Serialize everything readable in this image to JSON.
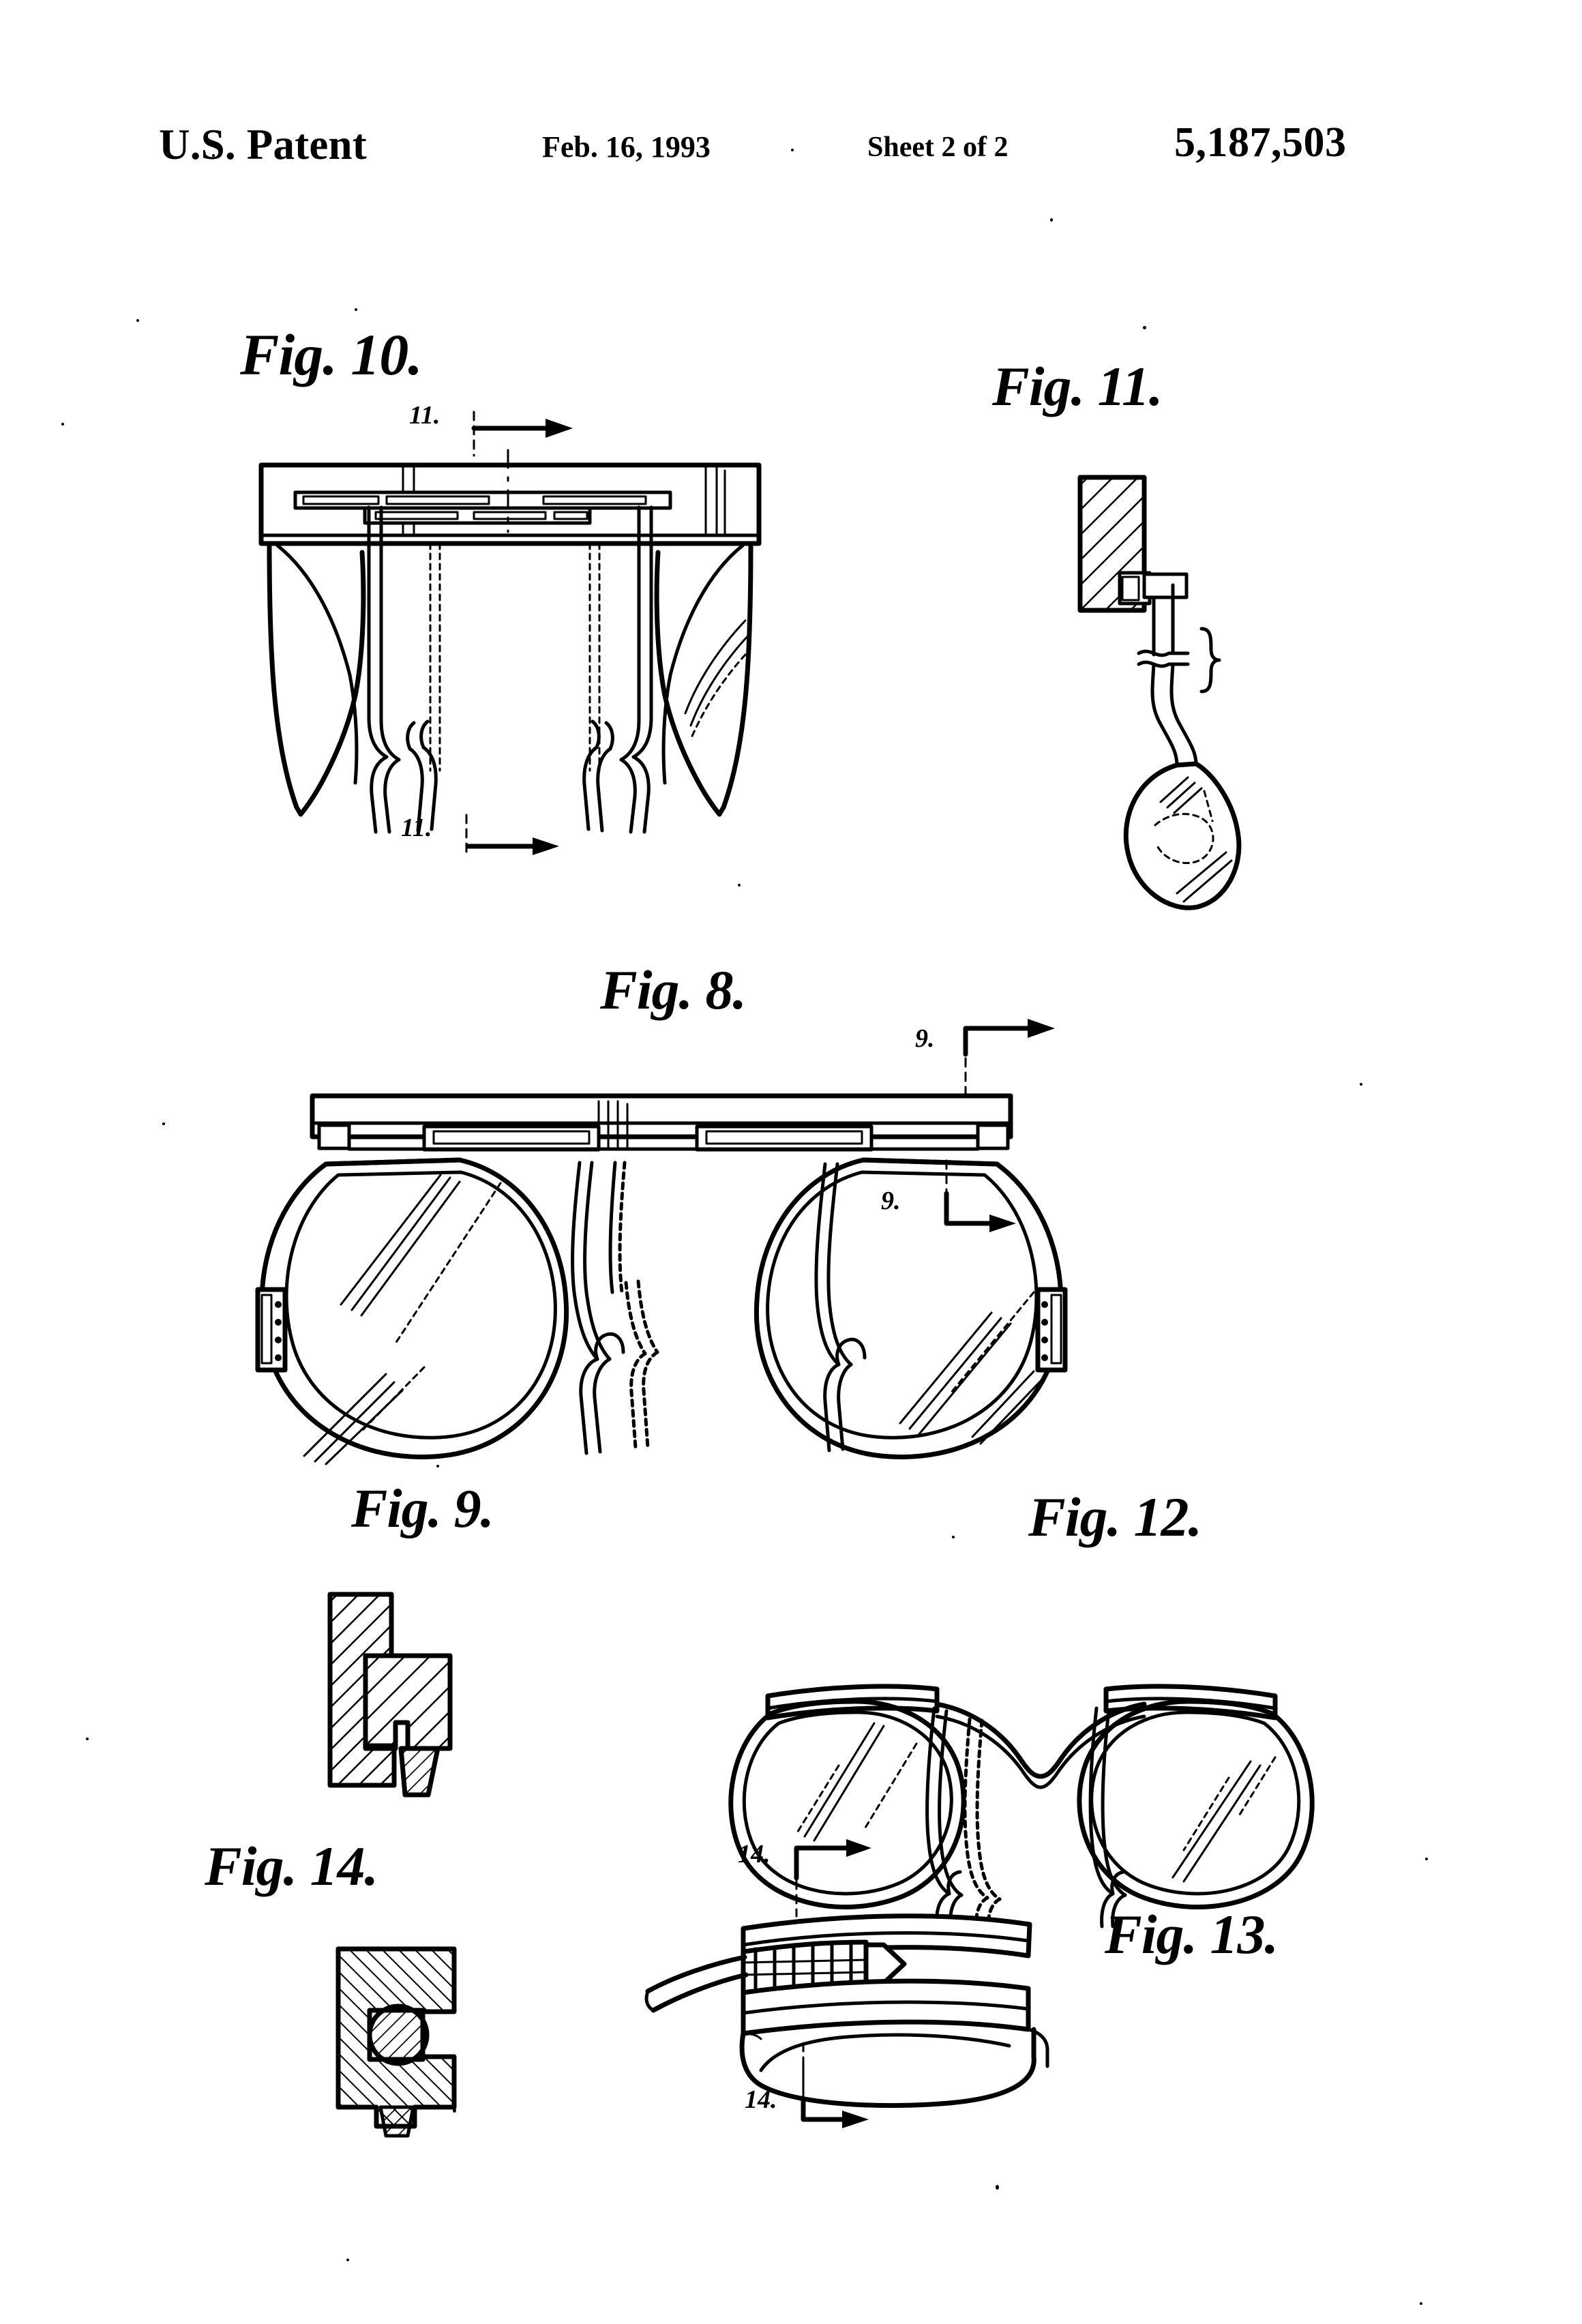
{
  "document": {
    "type": "patent-drawing-sheet",
    "header": {
      "title": "U.S. Patent",
      "date": "Feb. 16, 1993",
      "sheet": "Sheet 2 of 2",
      "patent_number": "5,187,503"
    },
    "ink_color": "#000000",
    "paper_color": "#ffffff"
  },
  "figures": [
    {
      "id": "fig10",
      "label": "Fig. 10.",
      "caption_position": "top-left",
      "description": "Top plan view of eyeglass frame with straight brow bar and lens rims",
      "section_markers": [
        {
          "label": "11.",
          "position": "top",
          "arrow": "right"
        },
        {
          "label": "11.",
          "position": "bottom",
          "arrow": "right"
        }
      ]
    },
    {
      "id": "fig11",
      "label": "Fig. 11.",
      "caption_position": "top",
      "description": "Sectional view taken along line 11-11 showing hatched bar end, pin and nose pad"
    },
    {
      "id": "fig8",
      "label": "Fig. 8.",
      "caption_position": "top-center",
      "description": "Front elevation view of eyeglasses with straight top bar and two lenses",
      "section_markers": [
        {
          "label": "9.",
          "position": "top-right",
          "arrow": "right"
        },
        {
          "label": "9.",
          "position": "right",
          "arrow": "right"
        }
      ]
    },
    {
      "id": "fig9",
      "label": "Fig. 9.",
      "caption_position": "top",
      "description": "Enlarged sectional detail taken along line 9-9 showing rim channel and lens edge"
    },
    {
      "id": "fig12",
      "label": "Fig. 12.",
      "caption_position": "top-right",
      "description": "Front elevation view of alternate eyeglasses with curved bridge and round lenses"
    },
    {
      "id": "fig14",
      "label": "Fig. 14.",
      "caption_position": "top-left",
      "description": "Enlarged sectional detail taken along line 14-14 showing temple socket with screw"
    },
    {
      "id": "fig13",
      "label": "Fig. 13.",
      "caption_position": "right",
      "description": "Perspective detail of temple end piece with threaded set screw",
      "section_markers": [
        {
          "label": "14.",
          "position": "top",
          "arrow": "right"
        },
        {
          "label": "14.",
          "position": "bottom",
          "arrow": "right"
        }
      ]
    }
  ],
  "markers": {
    "fig10_top": "11.",
    "fig10_bottom": "11.",
    "fig8_top": "9.",
    "fig8_right": "9.",
    "fig13_top": "14.",
    "fig13_bottom": "14."
  }
}
